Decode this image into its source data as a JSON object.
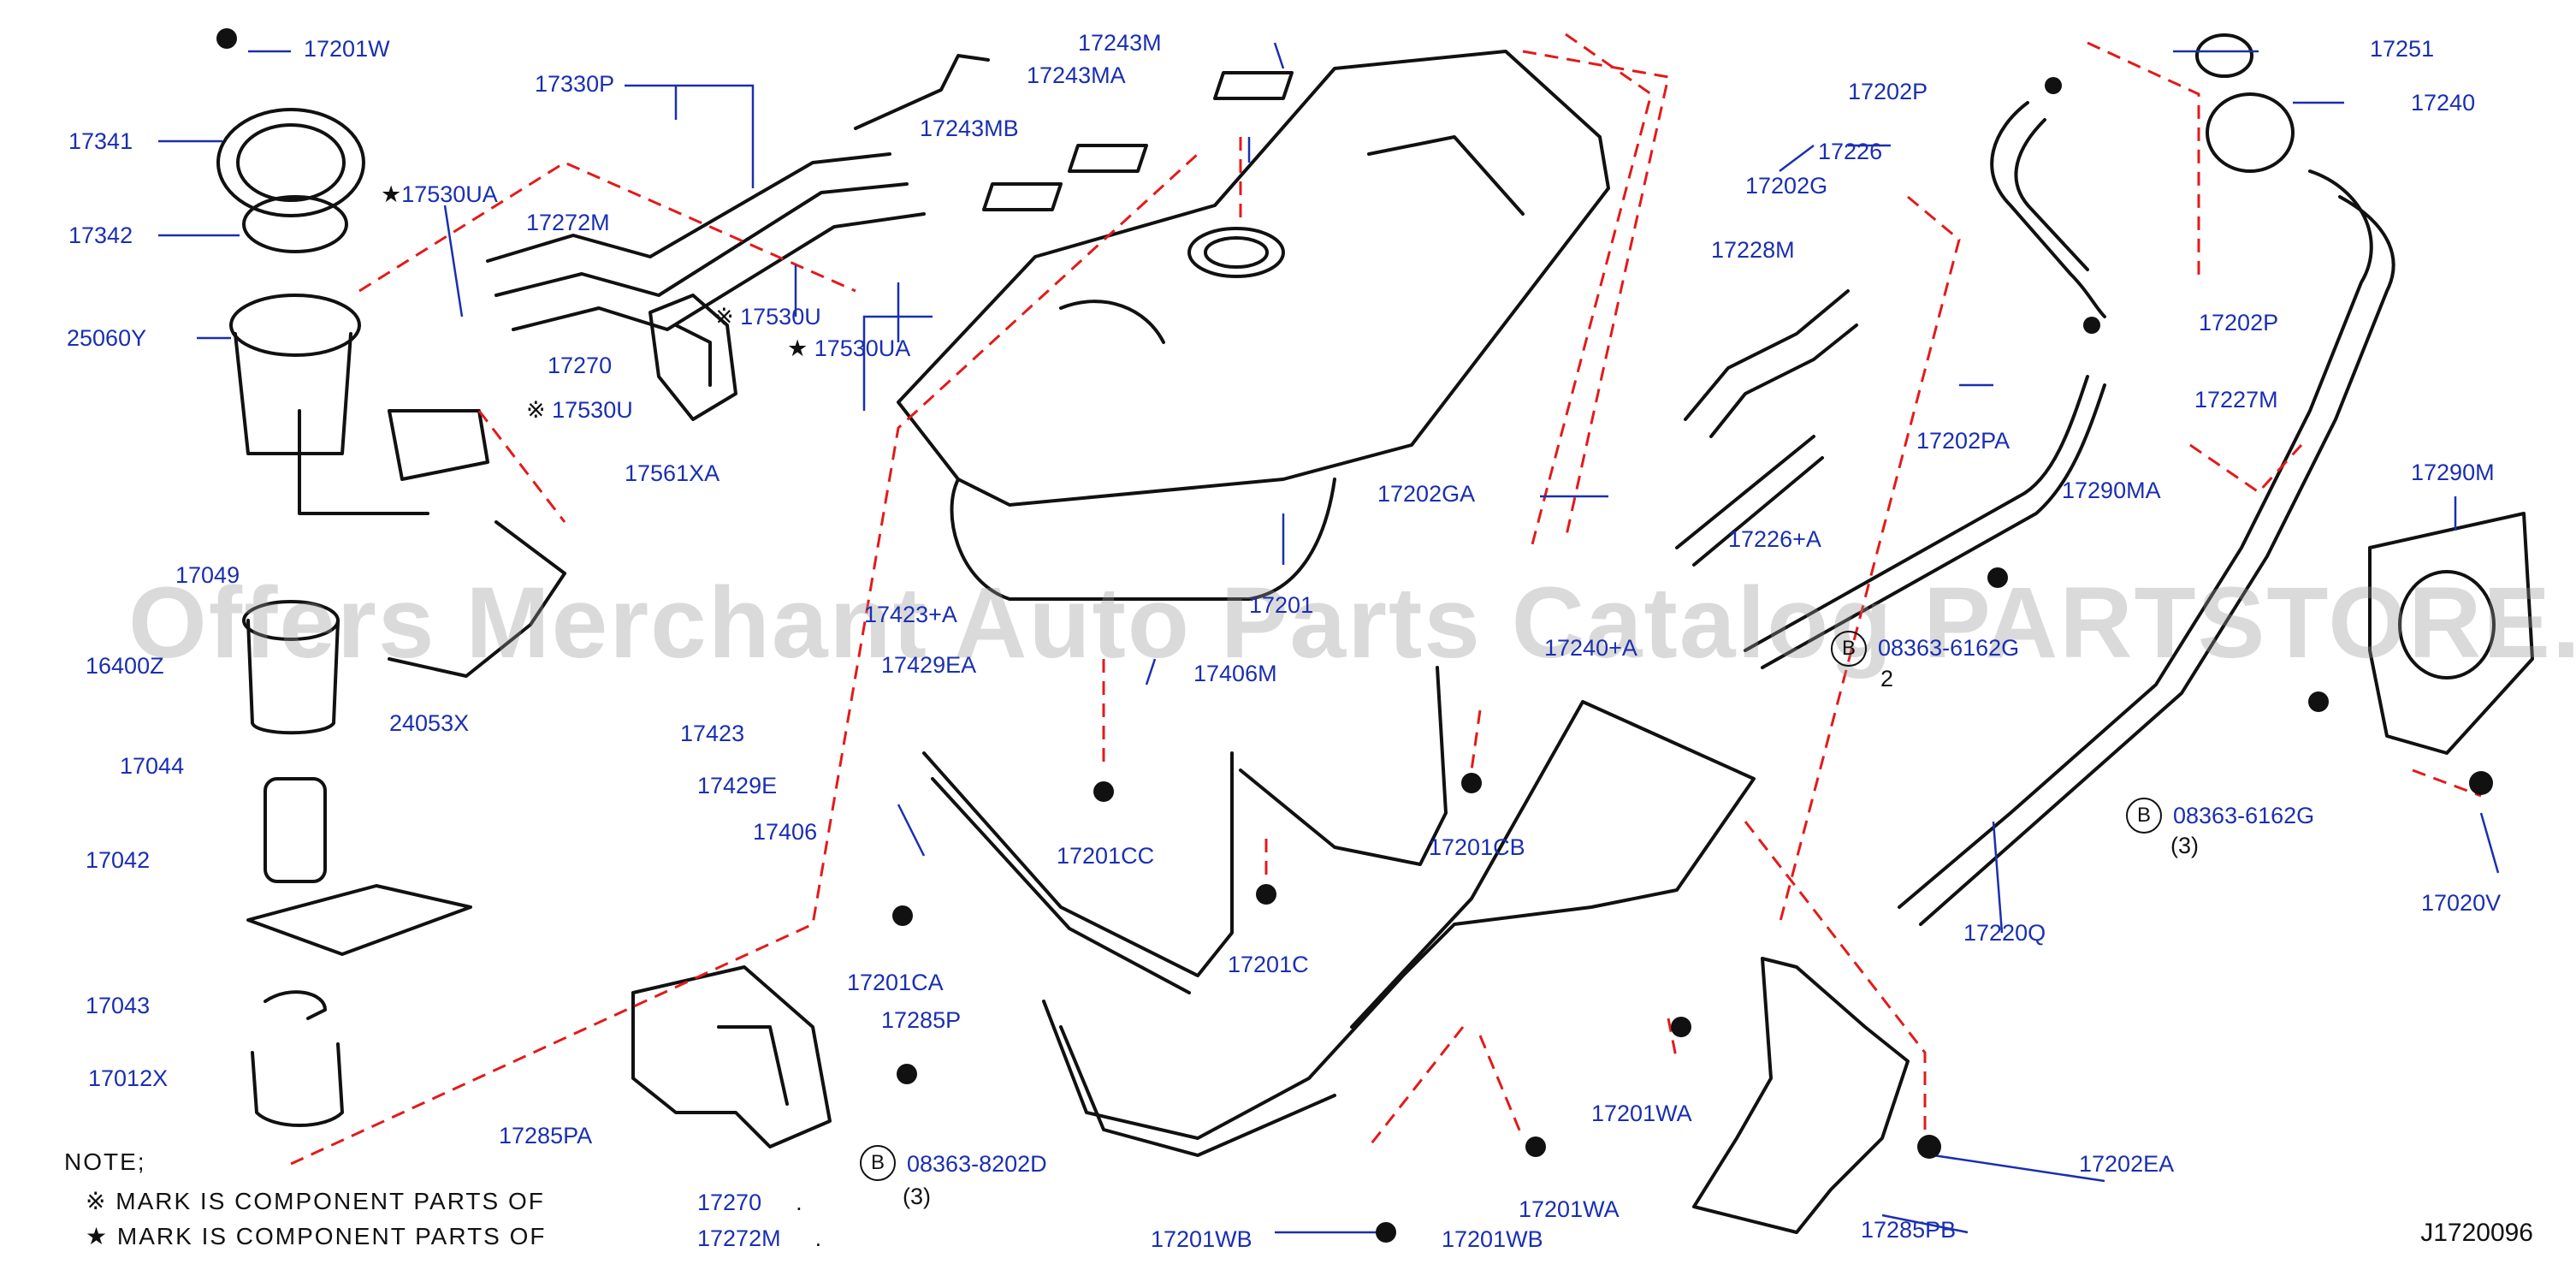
{
  "drawing_code": "J1720096",
  "watermark": "Offers Merchant Auto Parts Catalog PARTSTORE.SA",
  "note": {
    "heading": "NOTE;",
    "line1_mark": "※",
    "line1_text": "MARK IS COMPONENT PARTS OF",
    "line2_mark": "★",
    "line2_text": "MARK IS COMPONENT PARTS OF",
    "line1_part": "17270",
    "line1_dot": ".",
    "line2_part": "17272M",
    "line2_dot": "."
  },
  "bolt_callouts": [
    {
      "letter": "B",
      "code": "08363-8202D",
      "qty": "(3)"
    },
    {
      "letter": "B",
      "code": "08363-6162G",
      "qty": "(3)"
    },
    {
      "letter": "B",
      "code": "08363-6162G",
      "qty": "2"
    }
  ],
  "labels": [
    "17201W",
    "17341",
    "17342",
    "25060Y",
    "17530UA",
    "17530U",
    "17530U",
    "17530UA",
    "17330P",
    "17272M",
    "17270",
    "17561XA",
    "17243M",
    "17243MA",
    "17243MB",
    "17049",
    "16400Z",
    "24053X",
    "17044",
    "17042",
    "17043",
    "17012X",
    "17423+A",
    "17429EA",
    "17406M",
    "17423",
    "17429E",
    "17406",
    "17201CC",
    "17201CB",
    "17201CA",
    "17201C",
    "17285P",
    "17285PA",
    "17201",
    "17202GA",
    "17201WA",
    "17201WA",
    "17201WB",
    "17201WB",
    "17202P",
    "17226",
    "17202G",
    "17228M",
    "17202P",
    "17202PA",
    "17226+A",
    "17227M",
    "17290MA",
    "17251",
    "17240",
    "17290M",
    "17020V",
    "17220Q",
    "17202EA",
    "17285PB",
    "17240+A"
  ]
}
